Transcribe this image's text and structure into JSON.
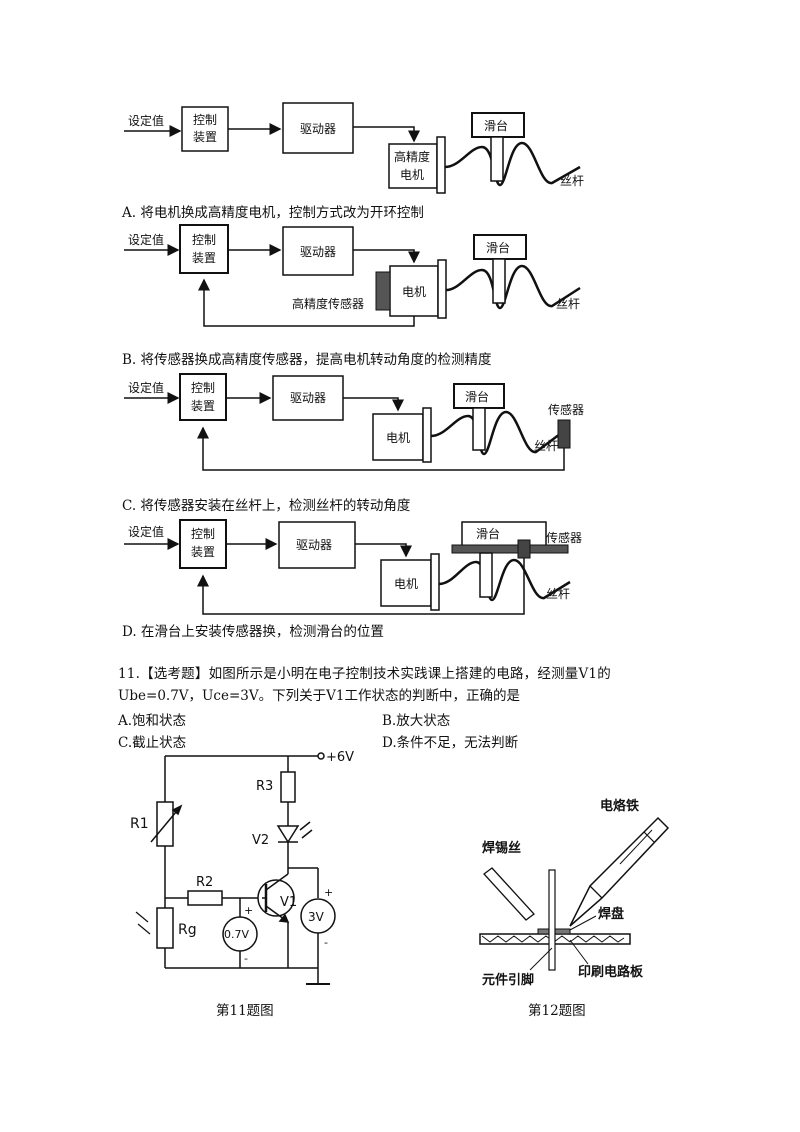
{
  "diagA": {
    "setpoint": "设定值",
    "controller_l1": "控制",
    "controller_l2": "装置",
    "driver": "驱动器",
    "motor_l1": "高精度",
    "motor_l2": "电机",
    "slider": "滑台",
    "screw": "丝杆"
  },
  "optionA": "A. 将电机换成高精度电机，控制方式改为开环控制",
  "diagB": {
    "setpoint": "设定值",
    "controller_l1": "控制",
    "controller_l2": "装置",
    "driver": "驱动器",
    "motor": "电机",
    "sensor": "高精度传感器",
    "slider": "滑台",
    "screw": "丝杆"
  },
  "optionB": "B. 将传感器换成高精度传感器，提高电机转动角度的检测精度",
  "diagC": {
    "setpoint": "设定值",
    "controller_l1": "控制",
    "controller_l2": "装置",
    "driver": "驱动器",
    "motor": "电机",
    "sensor": "传感器",
    "slider": "滑台",
    "screw": "丝杆"
  },
  "optionC": "C. 将传感器安装在丝杆上，检测丝杆的转动角度",
  "diagD": {
    "setpoint": "设定值",
    "controller_l1": "控制",
    "controller_l2": "装置",
    "driver": "驱动器",
    "motor": "电机",
    "sensor": "传感器",
    "slider": "滑台",
    "screw": "丝杆"
  },
  "optionD": "D. 在滑台上安装传感器换，检测滑台的位置",
  "q11": {
    "line1": "11.【选考题】如图所示是小明在电子控制技术实践课上搭建的电路，经测量V1的",
    "line2": "Ube=0.7V，Uce=3V。下列关于V1工作状态的判断中，正确的是",
    "choiceA": "A.饱和状态",
    "choiceB": "B.放大状态",
    "choiceC": "C.截止状态",
    "choiceD": "D.条件不足，无法判断"
  },
  "circuit": {
    "supply": "+6V",
    "r1": "R1",
    "r2": "R2",
    "r3": "R3",
    "rg": "Rg",
    "v1": "V1",
    "v2": "V2",
    "vbe": "0.7V",
    "vce": "3V",
    "plus": "+",
    "minus": "-"
  },
  "soldering": {
    "iron": "电烙铁",
    "wire": "焊锡丝",
    "pad": "焊盘",
    "lead": "元件引脚",
    "pcb": "印刷电路板"
  },
  "caption11": "第11题图",
  "caption12": "第12题图"
}
